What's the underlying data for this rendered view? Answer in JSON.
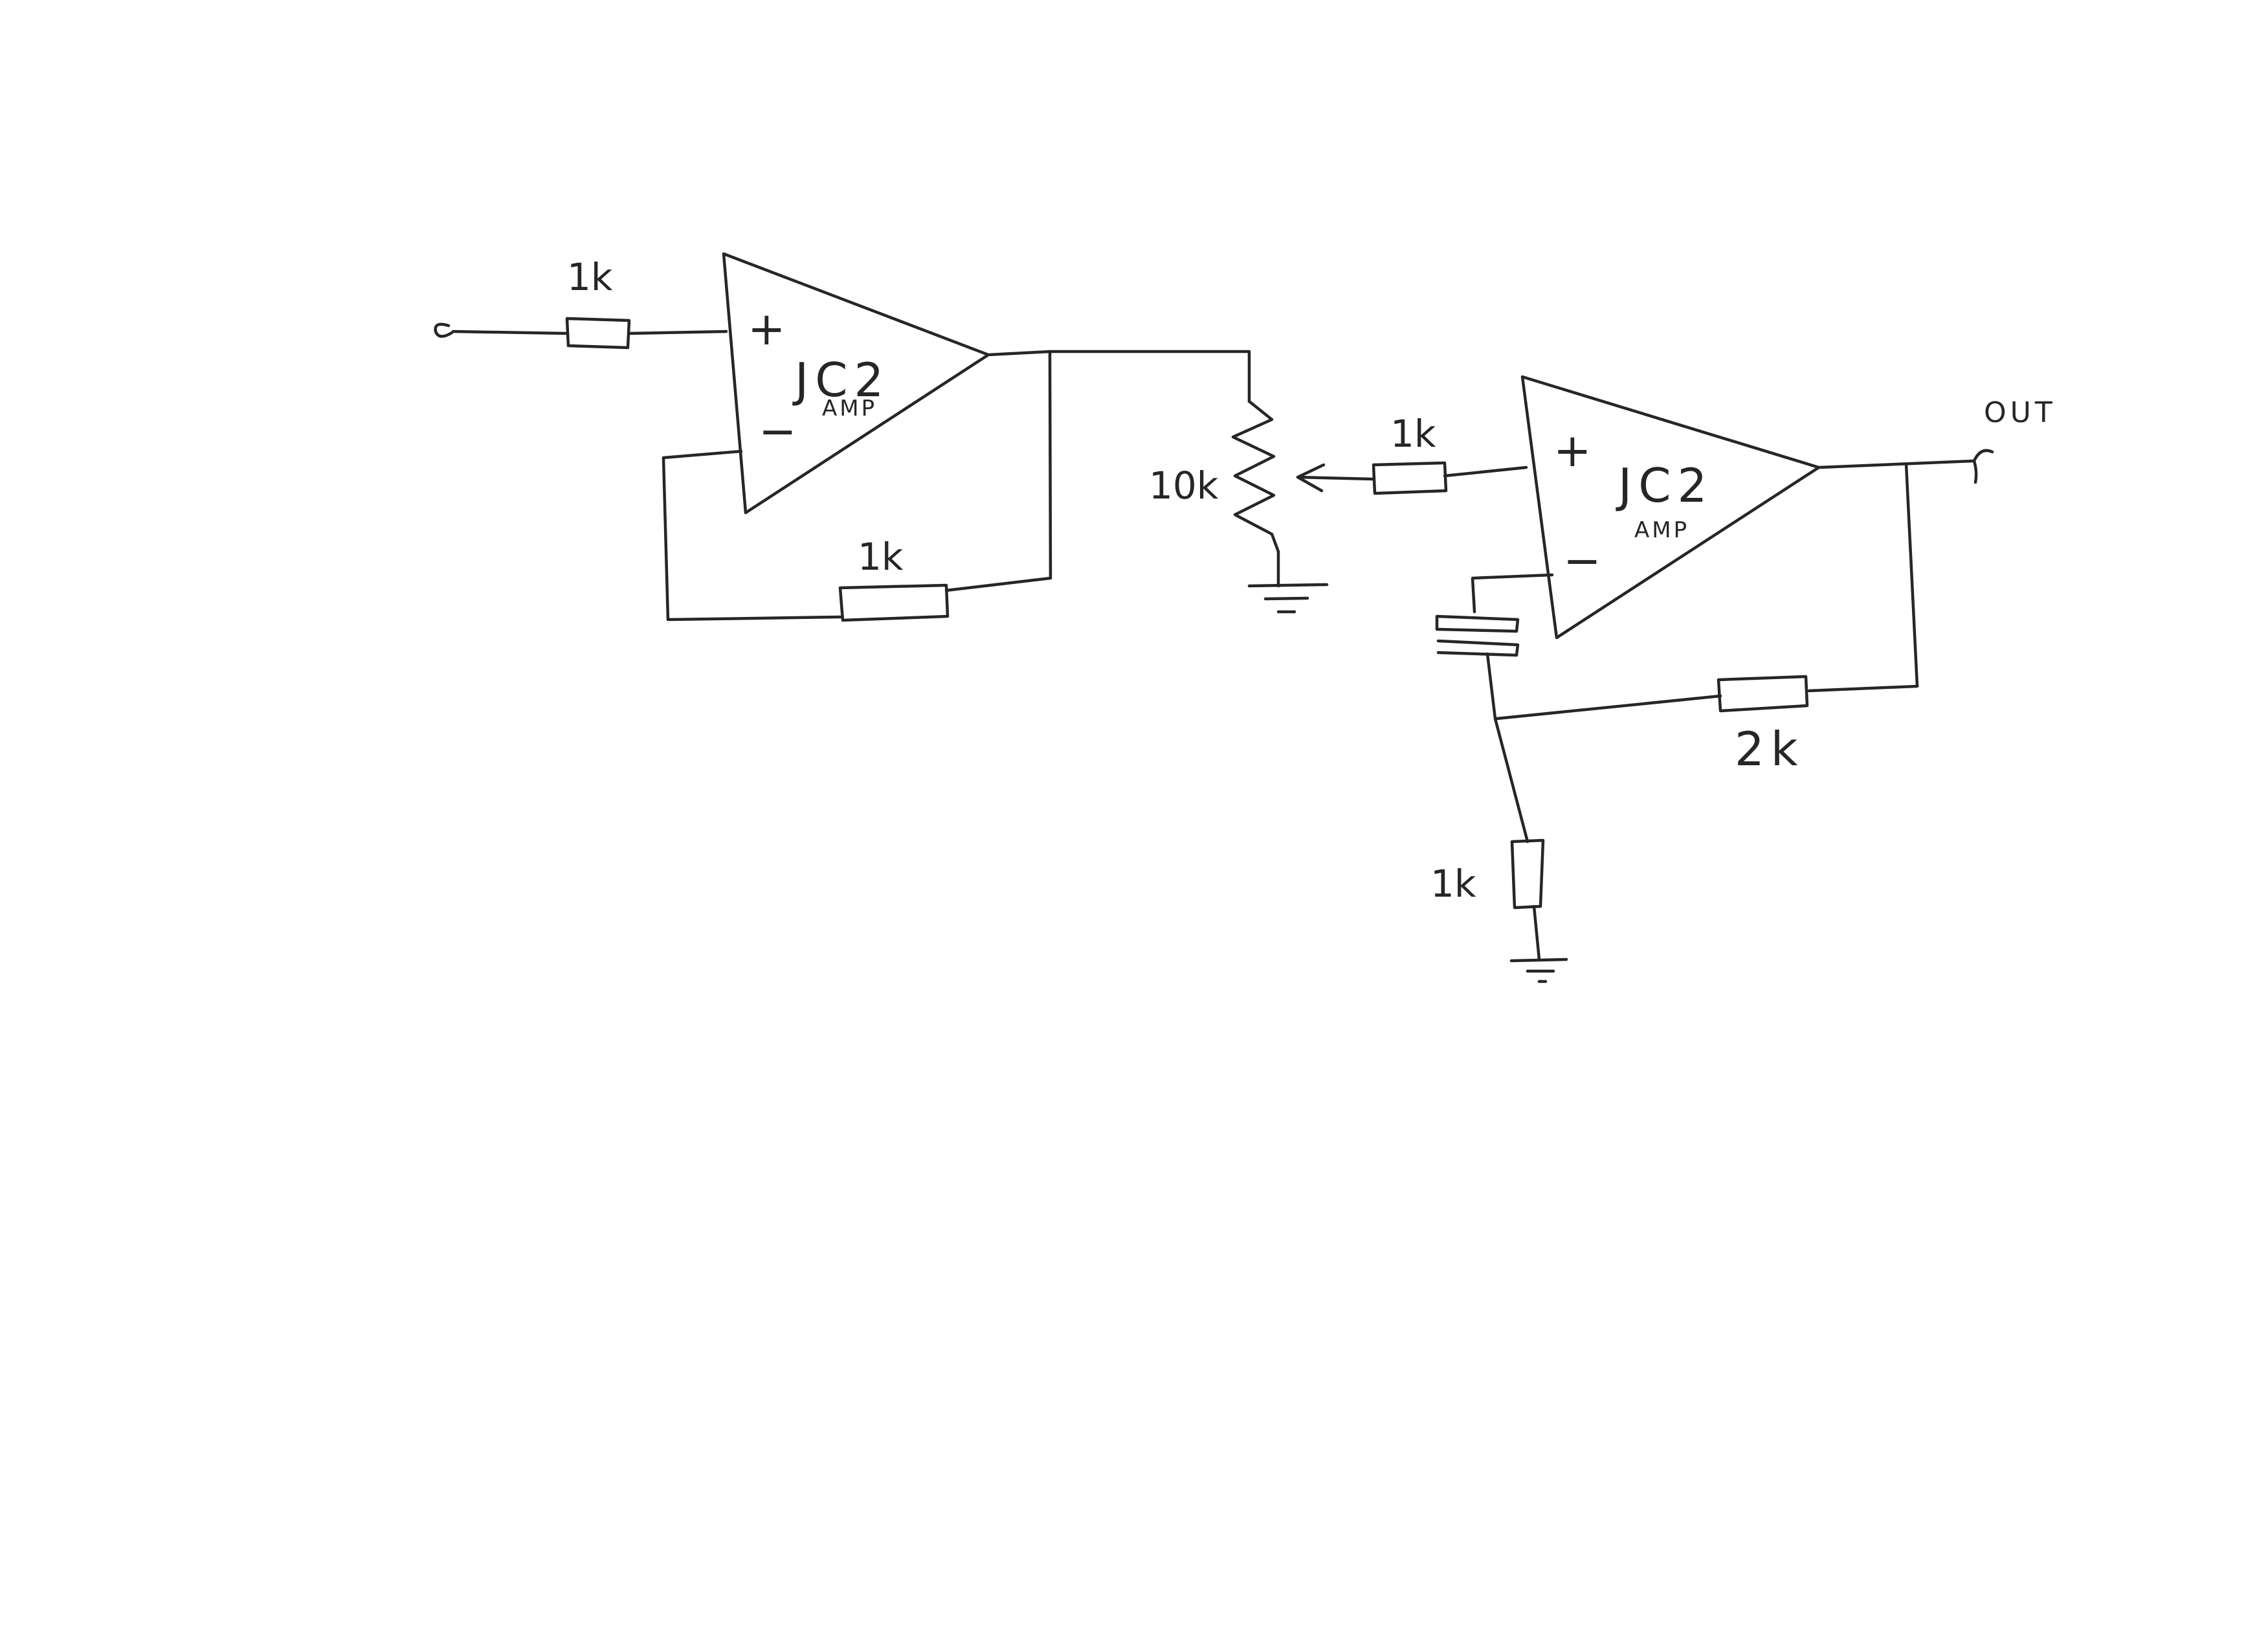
{
  "schematic": {
    "amp1": {
      "name": "JC2",
      "sub": "AMP",
      "plus": "+",
      "minus": "−"
    },
    "amp2": {
      "name": "JC2",
      "sub": "AMP",
      "plus": "+",
      "minus": "−"
    },
    "resistors": {
      "input": "1k",
      "feedback1": "1k",
      "pot": "10k",
      "amp2_input": "1k",
      "feedback2": "2k",
      "ground_leg": "1k"
    },
    "output_label": "OUT"
  }
}
